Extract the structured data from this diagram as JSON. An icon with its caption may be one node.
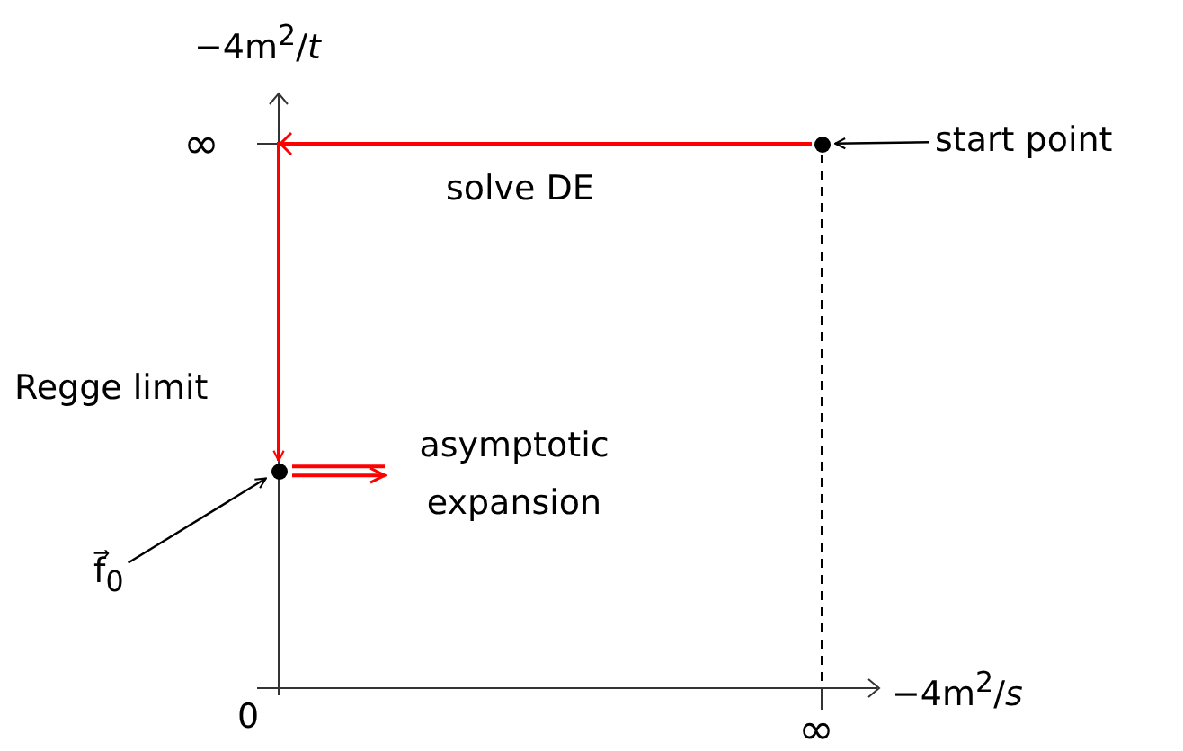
{
  "diagram": {
    "nodes": [
      {
        "text": [],
        "shape": "circle"
      },
      {
        "text": [
          "start point"
        ]
      },
      {
        "text": [],
        "shape": "circle"
      },
      {
        "text": [
          "f⃗$_{0}$"
        ]
      },
      {
        "text": [
          "asymptotic expansion"
        ]
      }
    ],
    "edges": [
      {
        "from": 1,
        "to": 0,
        "arrow": "to"
      },
      {
        "from": 0,
        "to": 2,
        "arrow": "to",
        "label": "solve DE",
        "color": "#ff0000"
      },
      {
        "from": 3,
        "to": 2,
        "arrow": "to"
      },
      {
        "from": 2,
        "to": 4,
        "arrow": "to",
        "color": "#ff0000"
      }
    ],
    "labels": [
      "−4m$^{2}$/*t*",
      "∞",
      "Regge limit",
      "0",
      "∞",
      "−4m$^{2}$/*s*"
    ]
  }
}
